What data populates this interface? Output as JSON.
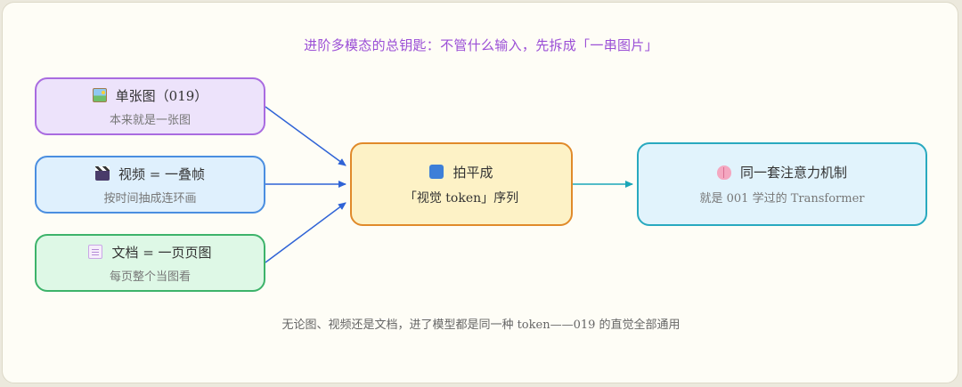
{
  "title": "进阶多模态的总钥匙：不管什么输入，先拆成「一串图片」",
  "footer": "无论图、视频还是文档，进了模型都是同一种 token——019 的直觉全部通用",
  "nodes": {
    "image": {
      "icon": "picture-icon",
      "label": "单张图（019）",
      "sub": "本来就是一张图",
      "border": "#a96be0",
      "fill": "#ede3fb"
    },
    "video": {
      "icon": "clapper-board-icon",
      "label": "视频 = 一叠帧",
      "sub": "按时间抽成连环画",
      "border": "#4a8ee0",
      "fill": "#dff0fd"
    },
    "doc": {
      "icon": "document-icon",
      "label": "文档 = 一页页图",
      "sub": "每页整个当图看",
      "border": "#3db36a",
      "fill": "#def8e6"
    },
    "flatten": {
      "icon": "numbers-icon",
      "label": "拍平成",
      "sub": "「视觉 token」序列",
      "border": "#e08a2a",
      "fill": "#fdf2c6"
    },
    "attention": {
      "icon": "brain-icon",
      "label": "同一套注意力机制",
      "sub": "就是 001 学过的 Transformer",
      "border": "#28a9bf",
      "fill": "#e1f3fc"
    }
  },
  "colors": {
    "title": "#9b4fd6",
    "arrow_in": "#2f63d6",
    "arrow_out": "#1aa6b8"
  }
}
